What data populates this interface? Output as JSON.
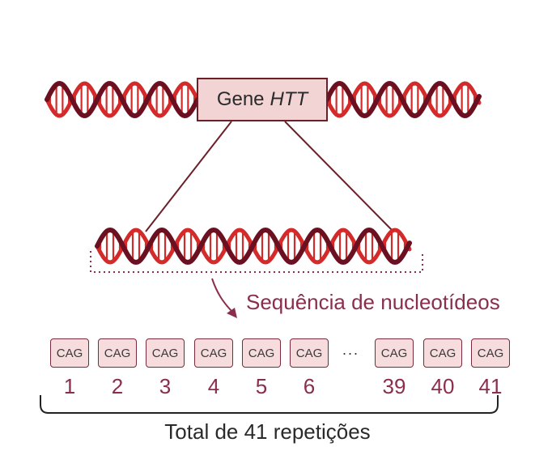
{
  "gene": {
    "prefix": "Gene",
    "name": "HTT"
  },
  "sequence_label": "Sequência de nucleotídeos",
  "codons": [
    {
      "label": "CAG",
      "number": "1"
    },
    {
      "label": "CAG",
      "number": "2"
    },
    {
      "label": "CAG",
      "number": "3"
    },
    {
      "label": "CAG",
      "number": "4"
    },
    {
      "label": "CAG",
      "number": "5"
    },
    {
      "label": "CAG",
      "number": "6"
    },
    {
      "label": "CAG",
      "number": "39"
    },
    {
      "label": "CAG",
      "number": "40"
    },
    {
      "label": "CAG",
      "number": "41"
    }
  ],
  "ellipsis": "···",
  "total_label": "Total de 41 repetições",
  "colors": {
    "dna_dark": "#6b1020",
    "dna_light": "#d42a2a",
    "accent": "#8b2e4e",
    "box_fill": "#f2d4d4"
  }
}
